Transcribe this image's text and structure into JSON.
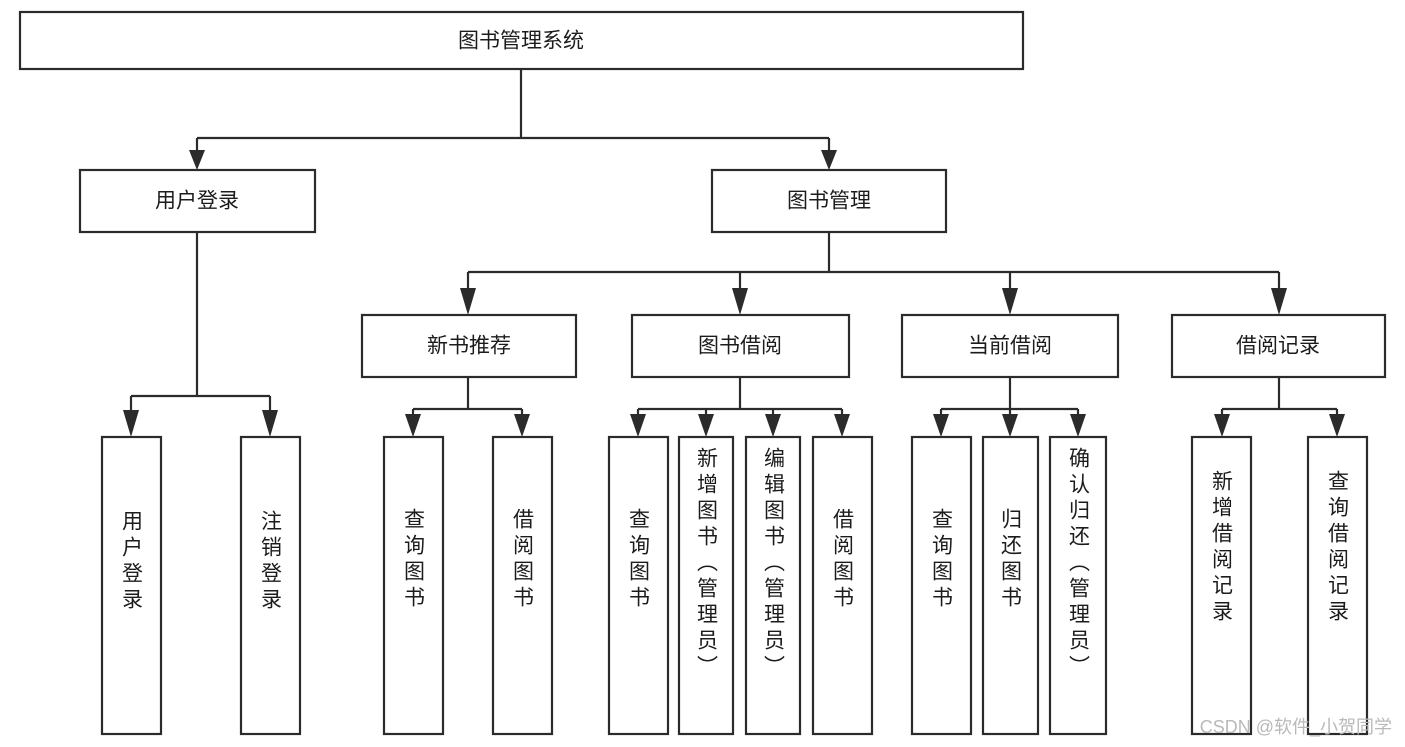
{
  "diagram": {
    "type": "tree-structure-chart",
    "title": "图书管理系统",
    "orientation": "top-down",
    "colors": {
      "box_stroke": "#2b2b2b",
      "box_fill": "#ffffff",
      "text": "#1c1c1c",
      "background": "#ffffff",
      "watermark": "#b9b9b9"
    },
    "levels": {
      "root": "图书管理系统",
      "level1": [
        "用户登录",
        "图书管理"
      ],
      "level2": [
        "新书推荐",
        "图书借阅",
        "当前借阅",
        "借阅记录"
      ],
      "level3_groups": [
        {
          "parent": "用户登录",
          "leaves": [
            "用户登录",
            "注销登录"
          ]
        },
        {
          "parent": "新书推荐",
          "leaves": [
            "查询图书",
            "借阅图书"
          ]
        },
        {
          "parent": "图书借阅",
          "leaves": [
            "查询图书",
            "新增图书（管理员）",
            "编辑图书（管理员）",
            "借阅图书"
          ]
        },
        {
          "parent": "当前借阅",
          "leaves": [
            "查询图书",
            "归还图书",
            "确认归还（管理员）"
          ]
        },
        {
          "parent": "借阅记录",
          "leaves": [
            "新增借阅记录",
            "查询借阅记录"
          ]
        }
      ]
    },
    "nodes": {
      "root": {
        "label": "图书管理系统"
      },
      "user_login": {
        "label": "用户登录"
      },
      "book_manage": {
        "label": "图书管理"
      },
      "new_book_rec": {
        "label": "新书推荐"
      },
      "book_borrow": {
        "label": "图书借阅"
      },
      "current_borrow": {
        "label": "当前借阅"
      },
      "borrow_record": {
        "label": "借阅记录"
      },
      "leaf_user_login": {
        "label": "用户登录"
      },
      "leaf_user_logout": {
        "label": "注销登录"
      },
      "leaf_rec_query": {
        "label": "查询图书"
      },
      "leaf_rec_borrow": {
        "label": "借阅图书"
      },
      "leaf_borrow_query": {
        "label": "查询图书"
      },
      "leaf_borrow_add": {
        "label": "新增图书（管理员）"
      },
      "leaf_borrow_edit": {
        "label": "编辑图书（管理员）"
      },
      "leaf_borrow_borrow": {
        "label": "借阅图书"
      },
      "leaf_cur_query": {
        "label": "查询图书"
      },
      "leaf_cur_return": {
        "label": "归还图书"
      },
      "leaf_cur_confirm": {
        "label": "确认归还（管理员）"
      },
      "leaf_rec_add": {
        "label": "新增借阅记录"
      },
      "leaf_rec_search": {
        "label": "查询借阅记录"
      }
    }
  },
  "watermark": {
    "text": "CSDN @软件_小贺同学"
  }
}
